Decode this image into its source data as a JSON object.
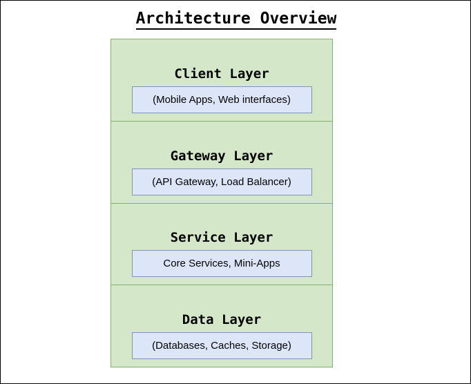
{
  "diagram": {
    "title": "Architecture Overview",
    "layers": [
      {
        "name": "Client Layer",
        "detail": "(Mobile Apps, Web interfaces)"
      },
      {
        "name": "Gateway Layer",
        "detail": "(API Gateway, Load Balancer)"
      },
      {
        "name": "Service Layer",
        "detail": "Core Services, Mini-Apps"
      },
      {
        "name": "Data Layer",
        "detail": "(Databases, Caches, Storage)"
      }
    ],
    "colors": {
      "layer_fill": "#d4e7c9",
      "layer_border": "#82ad6a",
      "detail_fill": "#dce6f8",
      "detail_border": "#7f93b5",
      "text": "#000000",
      "canvas_border": "#000000",
      "background": "#ffffff"
    }
  }
}
